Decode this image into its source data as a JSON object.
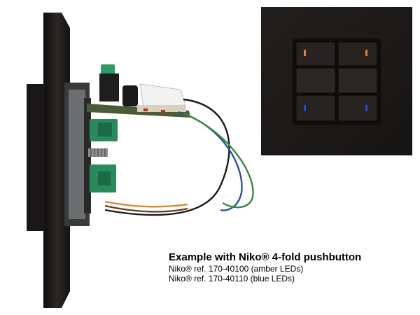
{
  "caption": {
    "title": "Example with Niko® 4-fold pushbutton",
    "ref_amber": "Niko® ref. 170-40100 (amber LEDs)",
    "ref_blue": "Niko® ref. 170-40110 (blue LEDs)"
  },
  "colors": {
    "plate": "#1f1c1a",
    "amber_led": "#f07a2a",
    "blue_led": "#2d43e0",
    "board_green": "#2a8a5c"
  }
}
